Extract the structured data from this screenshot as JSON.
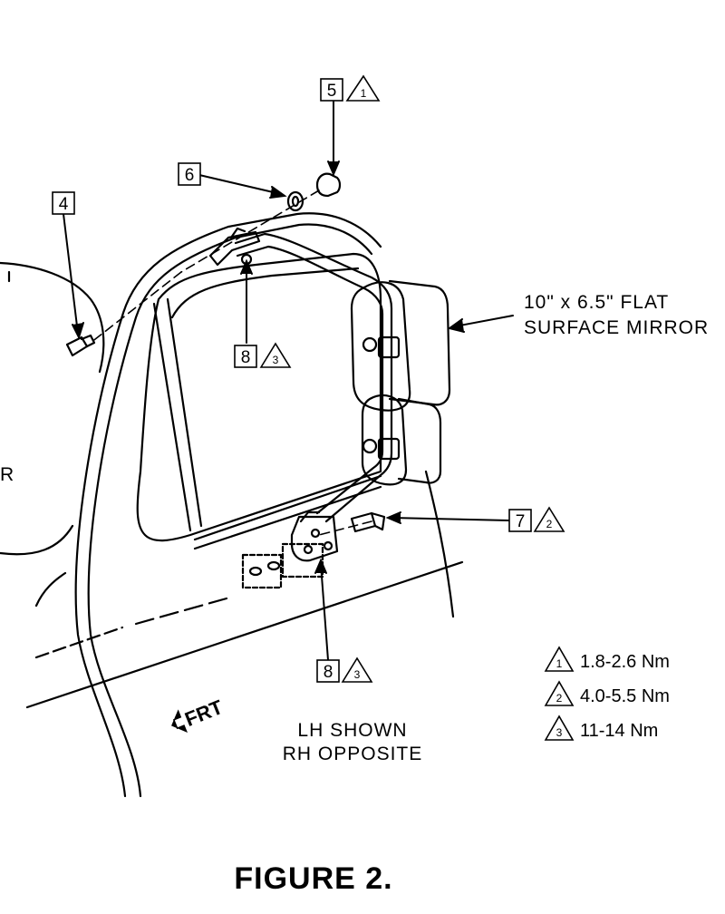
{
  "callouts": {
    "c5": {
      "num": "5",
      "tri": "1"
    },
    "c6": {
      "num": "6"
    },
    "c4": {
      "num": "4"
    },
    "c8_top": {
      "num": "8",
      "tri": "3"
    },
    "c7": {
      "num": "7",
      "tri": "2"
    },
    "c8_bottom": {
      "num": "8",
      "tri": "3"
    }
  },
  "mirror_label": {
    "line1": "10\" x 6.5\" FLAT",
    "line2": "SURFACE MIRROR"
  },
  "note": {
    "line1": "LH SHOWN",
    "line2": "RH OPPOSITE"
  },
  "direction": "FRT",
  "edge_fragment": "R",
  "torque_specs": [
    {
      "tri": "1",
      "value": "1.8-2.6 Nm"
    },
    {
      "tri": "2",
      "value": "4.0-5.5 Nm"
    },
    {
      "tri": "3",
      "value": "11-14 Nm"
    }
  ],
  "caption": "FIGURE 2."
}
